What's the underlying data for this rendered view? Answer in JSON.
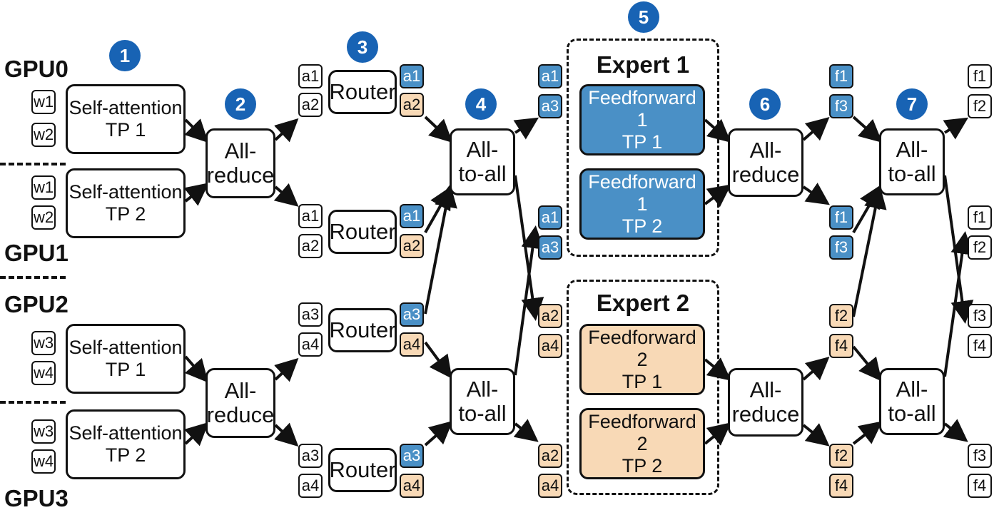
{
  "gpus": [
    "GPU0",
    "GPU1",
    "GPU2",
    "GPU3"
  ],
  "steps": [
    "1",
    "2",
    "3",
    "4",
    "5",
    "6",
    "7"
  ],
  "self_attention": [
    {
      "label": "Self-attention",
      "tp": "TP 1",
      "w_top": "w1",
      "w_bottom": "w2"
    },
    {
      "label": "Self-attention",
      "tp": "TP 2",
      "w_top": "w1",
      "w_bottom": "w2"
    },
    {
      "label": "Self-attention",
      "tp": "TP 1",
      "w_top": "w3",
      "w_bottom": "w4"
    },
    {
      "label": "Self-attention",
      "tp": "TP 2",
      "w_top": "w3",
      "w_bottom": "w4"
    }
  ],
  "allreduce_label": {
    "line1": "All-",
    "line2": "reduce"
  },
  "alltoall_label": {
    "line1": "All-",
    "line2": "to-all"
  },
  "router_label": "Router",
  "routers": [
    {
      "in": [
        "a1",
        "a2"
      ],
      "out": [
        "a1",
        "a2"
      ]
    },
    {
      "in": [
        "a1",
        "a2"
      ],
      "out": [
        "a1",
        "a2"
      ]
    },
    {
      "in": [
        "a3",
        "a4"
      ],
      "out": [
        "a3",
        "a4"
      ]
    },
    {
      "in": [
        "a3",
        "a4"
      ],
      "out": [
        "a3",
        "a4"
      ]
    }
  ],
  "dispatched": [
    [
      "a1",
      "a3"
    ],
    [
      "a1",
      "a3"
    ],
    [
      "a2",
      "a4"
    ],
    [
      "a2",
      "a4"
    ]
  ],
  "experts": [
    {
      "title": "Expert 1",
      "ff": [
        {
          "name": "Feedforward 1",
          "tp": "TP 1"
        },
        {
          "name": "Feedforward 1",
          "tp": "TP 2"
        }
      ]
    },
    {
      "title": "Expert 2",
      "ff": [
        {
          "name": "Feedforward 2",
          "tp": "TP 1"
        },
        {
          "name": "Feedforward 2",
          "tp": "TP 2"
        }
      ]
    }
  ],
  "expert_outputs": [
    [
      "f1",
      "f3"
    ],
    [
      "f1",
      "f3"
    ],
    [
      "f2",
      "f4"
    ],
    [
      "f2",
      "f4"
    ]
  ],
  "final_outputs": [
    [
      "f1",
      "f2"
    ],
    [
      "f1",
      "f2"
    ],
    [
      "f3",
      "f4"
    ],
    [
      "f3",
      "f4"
    ]
  ],
  "colors": {
    "expert1": "#4a90c6",
    "expert2": "#f8d9b6",
    "badge": "#1863b4",
    "line": "#111111"
  }
}
